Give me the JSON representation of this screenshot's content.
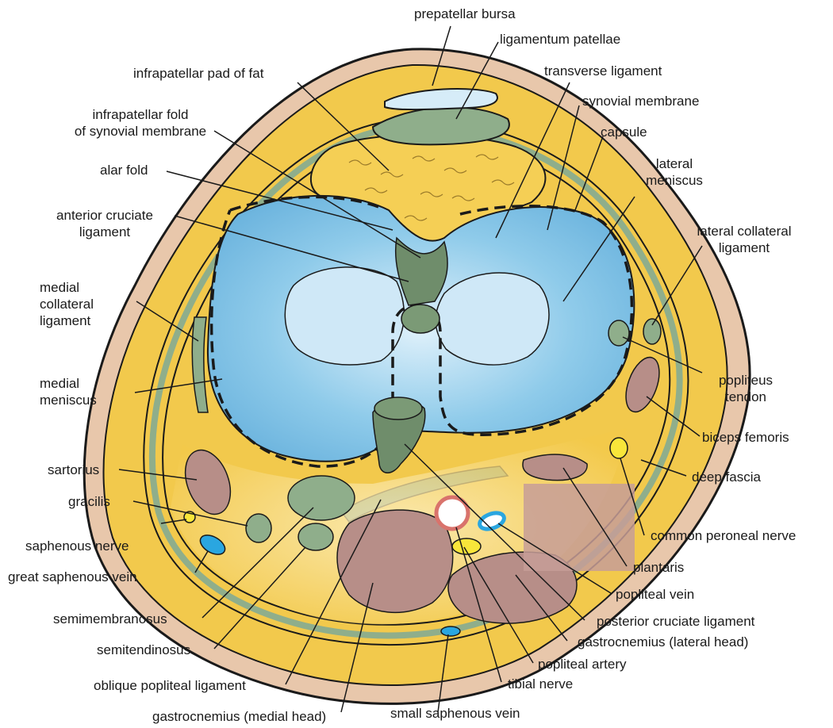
{
  "colors": {
    "skin": "#e8c7ab",
    "fat": "#f2c94c",
    "fat_light": "#fbefc0",
    "ligament": "#8fae8b",
    "meniscus": "#7cbfe4",
    "meniscus_light": "#d6ecf8",
    "muscle": "#b78e88",
    "nerve": "#f8e63a",
    "vein": "#2aa6e0",
    "artery_ring": "#d9736c",
    "outline": "#1a1a1a"
  },
  "labels": {
    "prepatellar_bursa": "prepatellar bursa",
    "ligamentum_patellae": "ligamentum patellae",
    "infrapatellar_pad": "infrapatellar pad of fat",
    "transverse_ligament": "transverse ligament",
    "infrapatellar_fold_1": "infrapatellar fold",
    "infrapatellar_fold_2": "of synovial membrane",
    "synovial_membrane": "synovial membrane",
    "capsule": "capsule",
    "lateral_meniscus_1": "lateral",
    "lateral_meniscus_2": "meniscus",
    "alar_fold": "alar fold",
    "acl_1": "anterior cruciate",
    "acl_2": "ligament",
    "lcl_1": "lateral collateral",
    "lcl_2": "ligament",
    "mcl_1": "medial",
    "mcl_2": "collateral",
    "mcl_3": "ligament",
    "medial_meniscus_1": "medial",
    "medial_meniscus_2": "meniscus",
    "popliteus_1": "popliteus",
    "popliteus_2": "tendon",
    "biceps_femoris": "biceps femoris",
    "sartorius": "sartorius",
    "deep_fascia": "deep fascia",
    "gracilis": "gracilis",
    "common_peroneal": "common peroneal nerve",
    "saphenous_nerve": "saphenous nerve",
    "great_saphenous_vein": "great saphenous vein",
    "plantaris": "plantaris",
    "popliteal_vein": "popliteal vein",
    "semimembranosus": "semimembranosus",
    "pcl": "posterior cruciate ligament",
    "gastroc_lateral": "gastrocnemius (lateral head)",
    "semitendinosus": "semitendinosus",
    "popliteal_artery": "popliteal artery",
    "tibial_nerve": "tibial nerve",
    "oblique_popliteal": "oblique popliteal ligament",
    "gastroc_medial": "gastrocnemius (medial head)",
    "small_saphenous_vein": "small saphenous vein"
  }
}
